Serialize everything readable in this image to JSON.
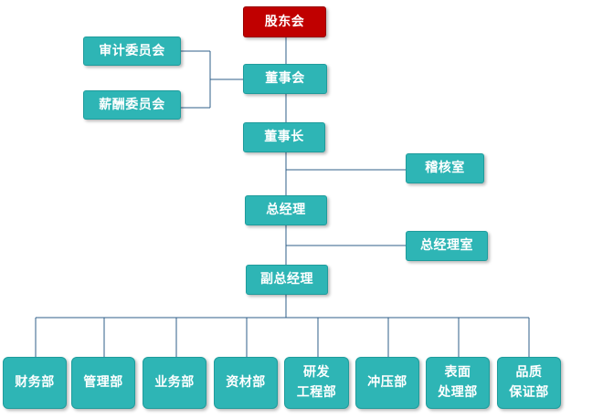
{
  "org_chart": {
    "shareholders": "股东会",
    "board": "董事会",
    "audit_committee": "审计委员会",
    "compensation_committee": "薪酬委员会",
    "chairman": "董事长",
    "audit_office": "稽核室",
    "general_manager": "总经理",
    "gm_office": "总经理室",
    "deputy_gm": "副总经理",
    "departments": {
      "finance": "财务部",
      "management": "管理部",
      "business": "业务部",
      "materials": "资材部",
      "rnd_line1": "研发",
      "rnd_line2": "工程部",
      "stamping": "冲压部",
      "surface_line1": "表面",
      "surface_line2": "处理部",
      "quality_line1": "品质",
      "quality_line2": "保证部"
    }
  },
  "colors": {
    "node": "#2eb5b5",
    "root": "#c00000",
    "connector": "#2f5f8a"
  }
}
